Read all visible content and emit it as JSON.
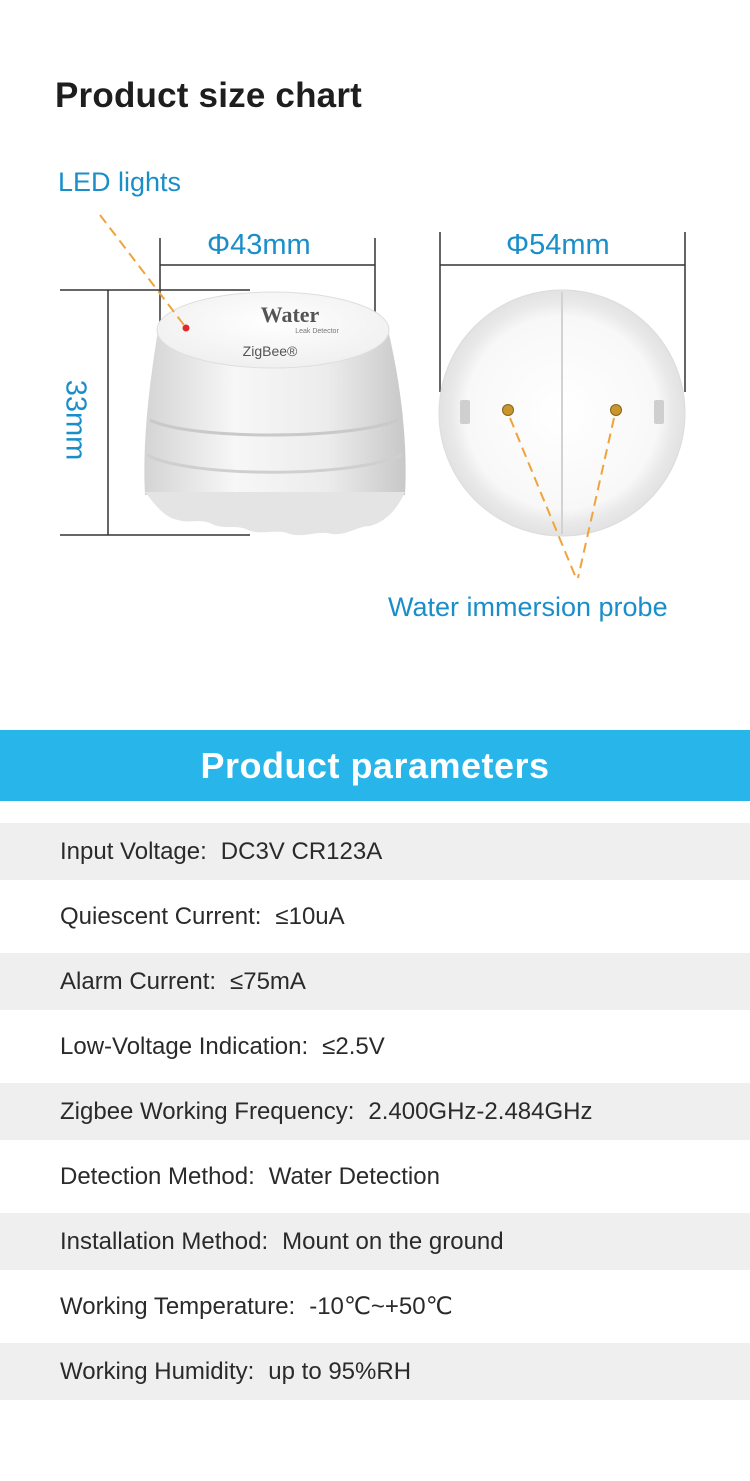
{
  "page": {
    "title": "Product size chart"
  },
  "diagram": {
    "led_label": "LED lights",
    "width_left": "Φ43mm",
    "width_right": "Φ54mm",
    "height": "33mm",
    "probe_label": "Water immersion probe",
    "device_brand": "Water",
    "device_subbrand": "Leak Detector",
    "device_protocol": "ZigBee®"
  },
  "parameters": {
    "header": "Product parameters",
    "rows": [
      {
        "label": "Input Voltage:",
        "value": "DC3V CR123A"
      },
      {
        "label": "Quiescent Current:",
        "value": "≤10uA"
      },
      {
        "label": "Alarm Current:",
        "value": "≤75mA"
      },
      {
        "label": "Low-Voltage Indication:",
        "value": "≤2.5V"
      },
      {
        "label": "Zigbee Working Frequency:",
        "value": "2.400GHz-2.484GHz"
      },
      {
        "label": "Detection Method:",
        "value": "Water Detection"
      },
      {
        "label": "Installation Method:",
        "value": "Mount on the ground"
      },
      {
        "label": "Working Temperature:",
        "value": "-10℃~+50℃"
      },
      {
        "label": "Working Humidity:",
        "value": "up to 95%RH"
      }
    ]
  },
  "colors": {
    "accent": "#27b5ea",
    "label_blue": "#1a8ec9",
    "leader_orange": "#f0a33a",
    "row_shade": "#efefef"
  }
}
